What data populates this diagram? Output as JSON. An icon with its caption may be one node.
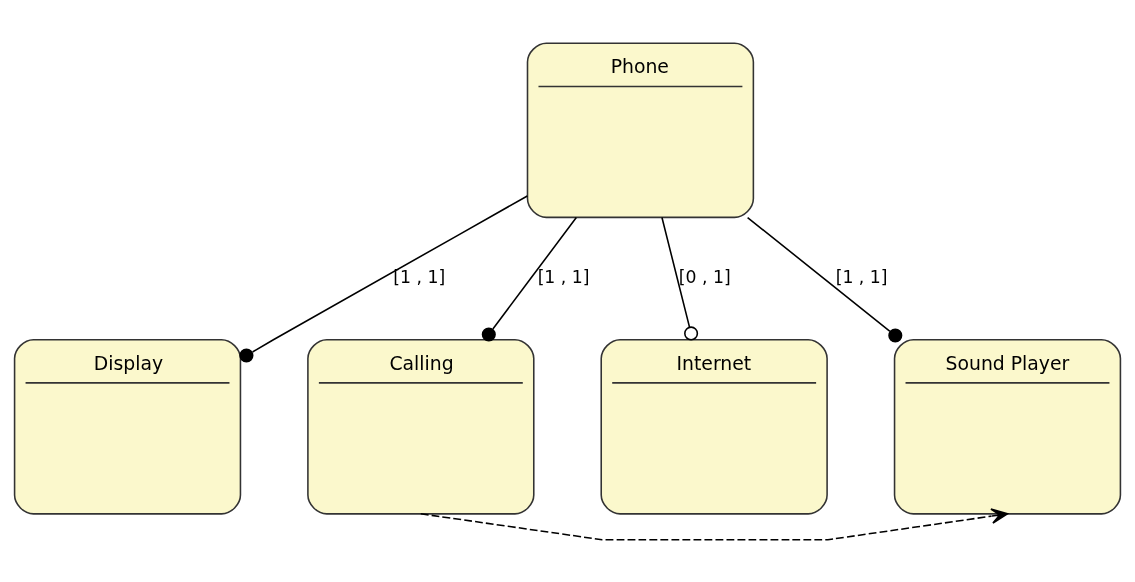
{
  "diagram": {
    "nodes": [
      {
        "text": [
          "Phone"
        ]
      },
      {
        "text": [
          "Display"
        ]
      },
      {
        "text": [
          "Calling"
        ]
      },
      {
        "text": [
          "Internet"
        ]
      },
      {
        "text": [
          "Sound Player"
        ]
      }
    ],
    "edges": [
      {
        "from": 0,
        "to": 1,
        "arrow": "other",
        "label": "[1 , 1]"
      },
      {
        "from": 0,
        "to": 2,
        "arrow": "other",
        "label": "[1 , 1]"
      },
      {
        "from": 0,
        "to": 3,
        "arrow": "other",
        "label": "[0 , 1]"
      },
      {
        "from": 0,
        "to": 4,
        "arrow": "other",
        "label": "[1 , 1]"
      },
      {
        "from": 2,
        "to": 4,
        "arrow": "to",
        "style": "dashed"
      }
    ]
  }
}
